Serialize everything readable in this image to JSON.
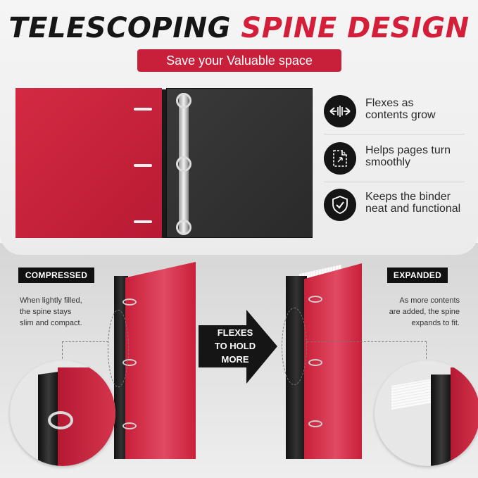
{
  "header": {
    "title_part1": "TELESCOPING",
    "title_part2": "SPINE DESIGN",
    "subtitle": "Save your Valuable space"
  },
  "features": [
    {
      "icon": "flex-arrows-icon",
      "line1": "Flexes as",
      "line2": "contents grow"
    },
    {
      "icon": "page-turn-icon",
      "line1": "Helps pages turn",
      "line2": "smoothly"
    },
    {
      "icon": "shield-check-icon",
      "line1": "Keeps the binder",
      "line2": "neat and functional"
    }
  ],
  "compressed": {
    "tag": "COMPRESSED",
    "line1": "When lightly filled,",
    "line2": "the spine stays",
    "line3": "slim and compact."
  },
  "expanded": {
    "tag": "EXPANDED",
    "line1": "As more contents",
    "line2": "are added, the spine",
    "line3": "expands to fit."
  },
  "arrow": {
    "line1": "FLEXES",
    "line2": "TO HOLD",
    "line3": "MORE"
  },
  "colors": {
    "accent": "#d41f3a",
    "dark": "#111111",
    "background": "#f4f4f4"
  }
}
